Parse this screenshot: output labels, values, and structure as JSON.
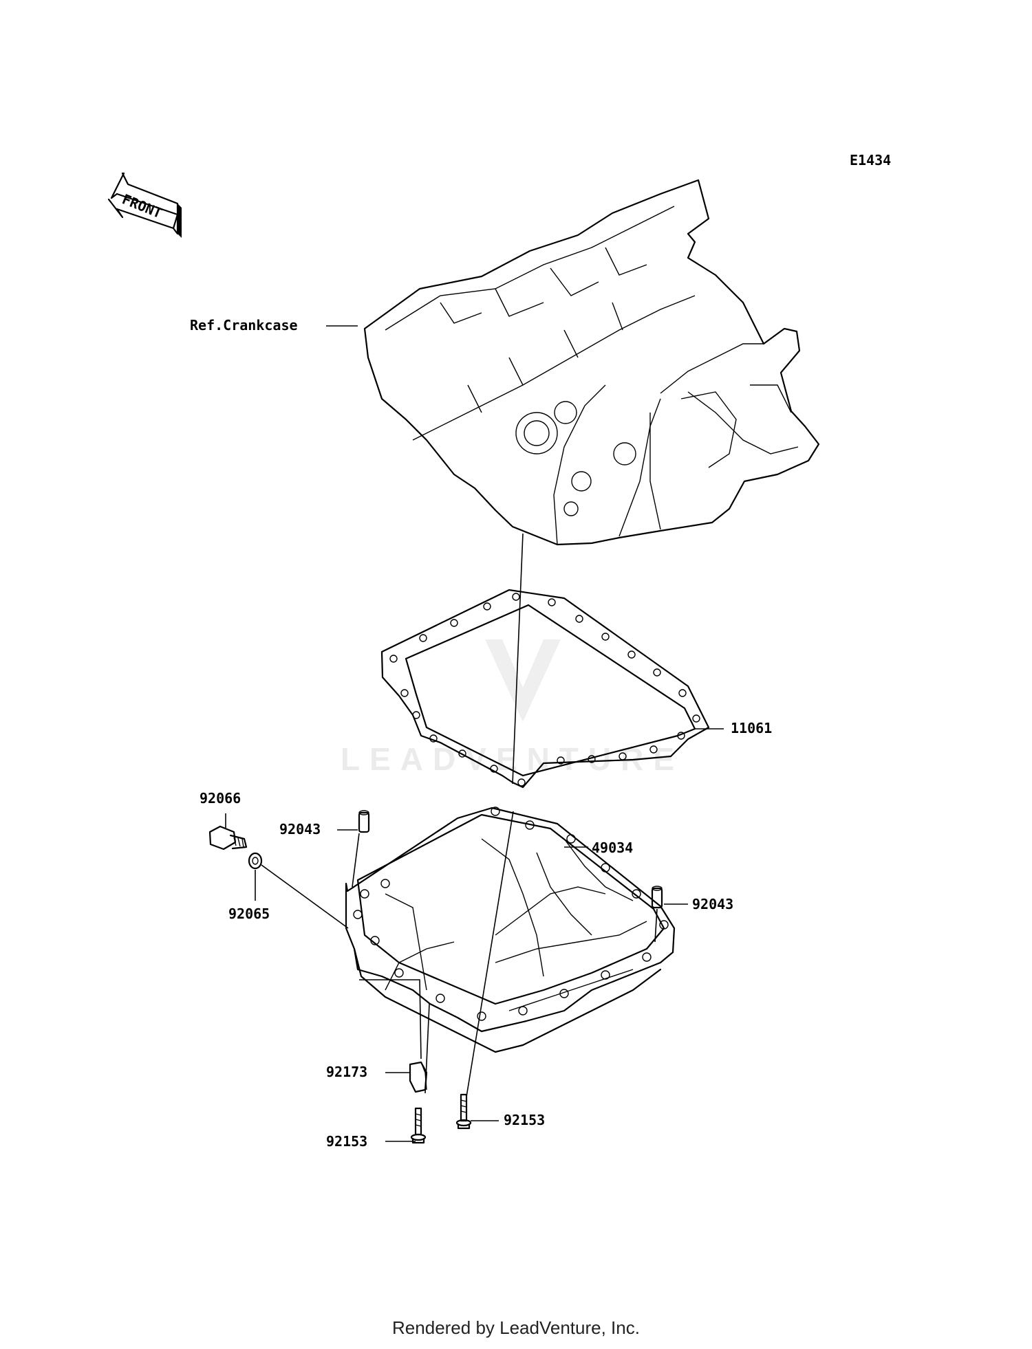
{
  "diagram": {
    "code": "E1434",
    "front_label": "FRONT",
    "watermark": "LEADVENTURE",
    "labels": {
      "ref_crankcase": "Ref.Crankcase",
      "gasket": "11061",
      "oil_pan": "49034",
      "dowel_left": "92043",
      "dowel_right": "92043",
      "drain_plug": "92066",
      "washer": "92065",
      "clamp": "92173",
      "bolt_left": "92153",
      "bolt_right": "92153"
    }
  },
  "footer": "Rendered by LeadVenture, Inc."
}
